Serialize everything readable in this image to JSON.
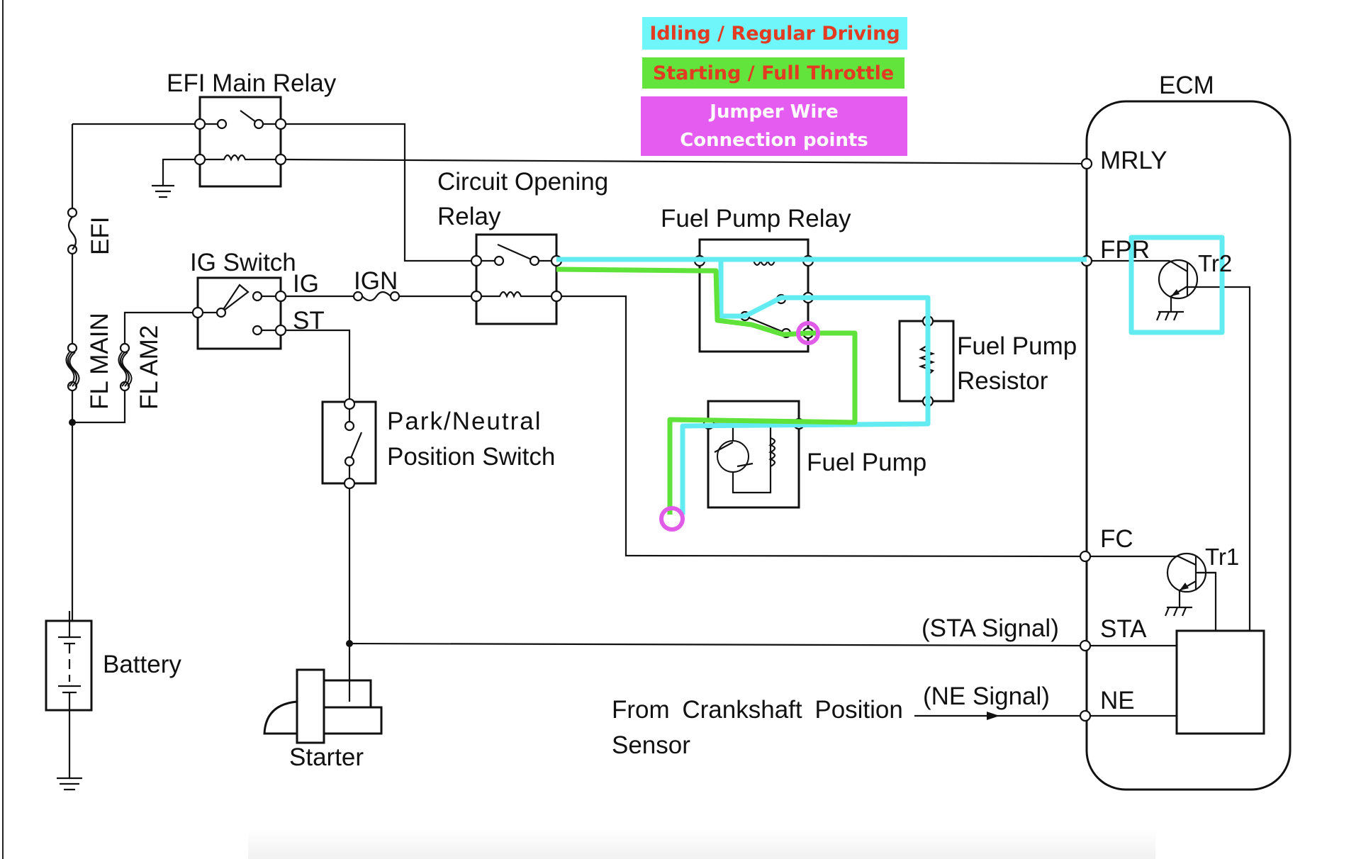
{
  "legend": {
    "idle": {
      "label": "Idling / Regular Driving",
      "bg": "#6ef6fb",
      "fg": "#e23b22"
    },
    "start": {
      "label": "Starting / Full Throttle",
      "bg": "#62e43d",
      "fg": "#e23b22"
    },
    "jumper": {
      "line1": "Jumper Wire",
      "line2": "Connection points",
      "bg": "#e45df0",
      "fg": "#ffffff"
    }
  },
  "components": {
    "efi_main_relay": "EFI Main Relay",
    "circuit_opening_relay_1": "Circuit  Opening",
    "circuit_opening_relay_2": "Relay",
    "fuel_pump_relay": "Fuel Pump Relay",
    "ecm": "ECM",
    "ig_switch": "IG Switch",
    "fuel_pump_resistor_1": "Fuel Pump",
    "fuel_pump_resistor_2": "Resistor",
    "fuel_pump": "Fuel Pump",
    "park_neutral_1": "Park/Neutral",
    "park_neutral_2": "Position Switch",
    "battery": "Battery",
    "starter": "Starter",
    "crank_sensor_1": "From  Crankshaft  Position",
    "crank_sensor_2": "Sensor"
  },
  "fuses": {
    "efi": "EFI",
    "fl_main": "FL MAIN",
    "fl_am2": "FL AM2",
    "ign": "IGN"
  },
  "terminals": {
    "ig": "IG",
    "st": "ST",
    "mrly": "MRLY",
    "fpr": "FPR",
    "fc": "FC",
    "sta": "STA",
    "ne": "NE",
    "tr1": "Tr1",
    "tr2": "Tr2"
  },
  "signals": {
    "sta": "(STA Signal)",
    "ne": "(NE Signal)"
  },
  "colors": {
    "idle_path": "#62ecf2",
    "start_path": "#5fe23a",
    "jumper_marker": "#e05be8"
  }
}
